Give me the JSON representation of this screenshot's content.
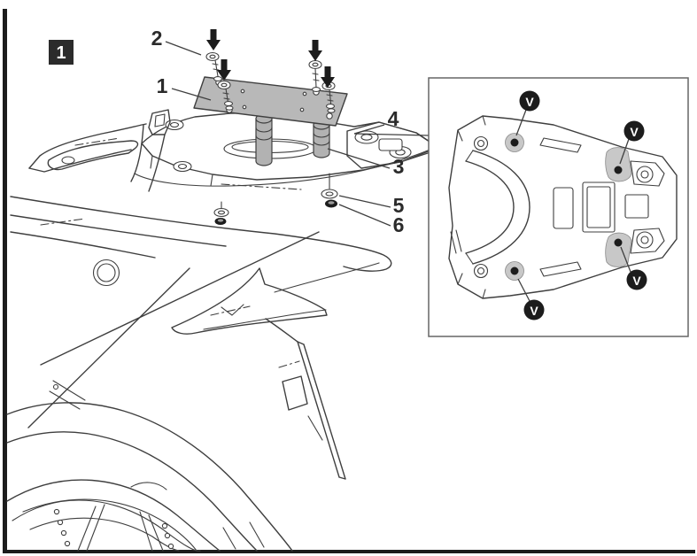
{
  "figure": {
    "step_badge": {
      "label": "1"
    },
    "callouts": {
      "n1": "1",
      "n2": "2",
      "n3": "3",
      "n4": "4",
      "n5": "5",
      "n6": "6"
    },
    "inset": {
      "marker": "V"
    },
    "colors": {
      "line": "#3f3f3f",
      "arrow_black": "#1c1c1c",
      "plate_gray": "#b8b8b8",
      "mount_gray": "#c8c8c8",
      "badge_background": "#2b2b2b",
      "badge_text": "#ffffff",
      "background": "#ffffff"
    }
  }
}
